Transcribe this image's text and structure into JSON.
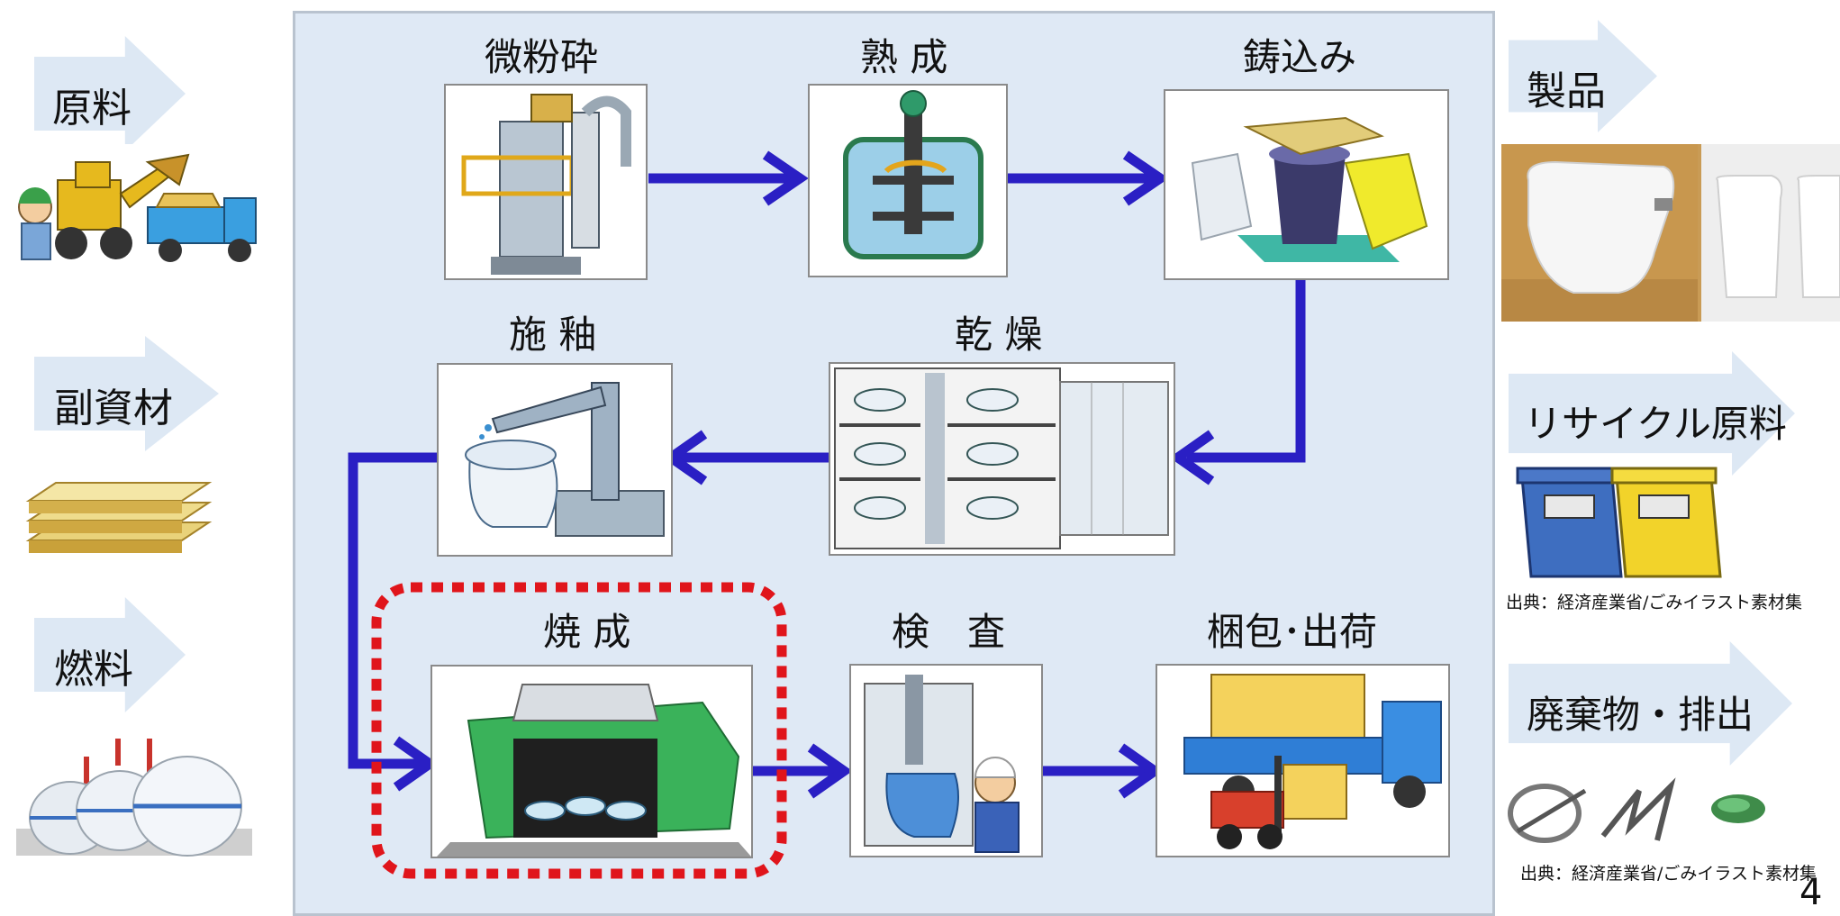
{
  "inputs": {
    "raw_materials": "原料",
    "sub_materials": "副資材",
    "fuel": "燃料"
  },
  "steps": {
    "fine_grinding": "微粉砕",
    "aging": "熟 成",
    "casting": "鋳込み",
    "glazing": "施 釉",
    "drying": "乾 燥",
    "firing": "焼 成",
    "inspection": "検　査",
    "packing_shipping": "梱包･出荷"
  },
  "outputs": {
    "products": "製品",
    "recycled_materials": "リサイクル原料",
    "waste_discharge": "廃棄物・排出"
  },
  "captions": {
    "recycle_source": "出典：経済産業省/ごみイラスト素材集",
    "waste_source": "出典：経済産業省/ごみイラスト素材集"
  },
  "page_number": "4",
  "colors": {
    "flow_arrow": "#2a1fc4",
    "highlight_border": "#e0151b",
    "panel_bg": "#dfe9f5",
    "label_arrow_bg": "#dde8f4"
  }
}
